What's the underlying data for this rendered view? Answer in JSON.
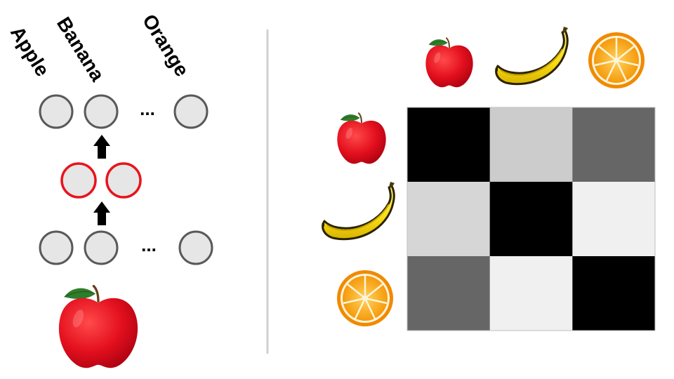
{
  "network": {
    "output_labels": [
      "Apple",
      "Banana",
      "Orange"
    ],
    "ellipsis": "...",
    "input_fruit_icon": "apple-icon",
    "hidden_highlight_color": "#e8141c",
    "node_fill": "#e6e6e6",
    "node_stroke": "#595959"
  },
  "similarity_matrix": {
    "column_icons": [
      "apple-icon",
      "banana-icon",
      "orange-icon"
    ],
    "row_icons": [
      "apple-icon",
      "banana-icon",
      "orange-icon"
    ],
    "cells": [
      [
        "#000000",
        "#cccccc",
        "#666666"
      ],
      [
        "#d6d6d6",
        "#000000",
        "#f0f0f0"
      ],
      [
        "#666666",
        "#f0f0f0",
        "#000000"
      ]
    ]
  },
  "divider_color": "#d0d0d0"
}
